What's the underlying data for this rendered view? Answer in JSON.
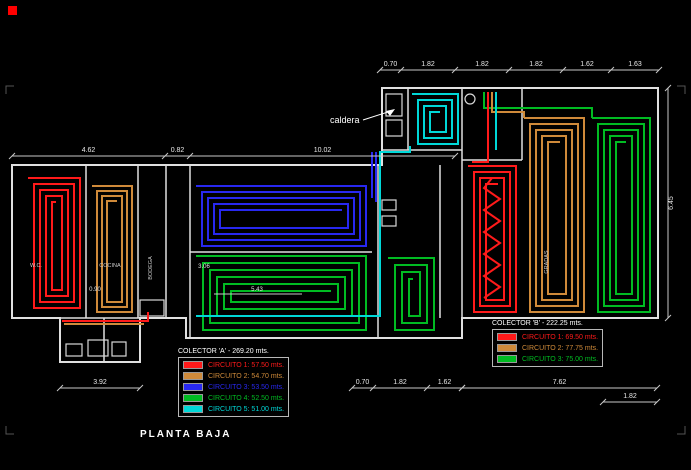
{
  "drawing": {
    "title": "PLANTA BAJA",
    "caldera_label": "caldera"
  },
  "colors": {
    "circuit_red": "#ff1a1a",
    "circuit_orange": "#cf8a3a",
    "circuit_blue": "#2828f0",
    "circuit_green": "#00bb22",
    "circuit_cyan": "#00d8d8",
    "wall": "#e0e0e0",
    "dimension": "#c8c8c8",
    "marker_red": "#ff0000"
  },
  "legend_a": {
    "title": "COLECTOR 'A' - 269.20 mts.",
    "rows": [
      {
        "label": "CIRCUITO 1:",
        "value": "57.50 mts.",
        "color": "circuit_red"
      },
      {
        "label": "CIRCUITO 2:",
        "value": "54.70 mts.",
        "color": "circuit_orange"
      },
      {
        "label": "CIRCUITO 3:",
        "value": "53.50 mts.",
        "color": "circuit_blue"
      },
      {
        "label": "CIRCUITO 4:",
        "value": "52.50 mts.",
        "color": "circuit_green"
      },
      {
        "label": "CIRCUITO 5:",
        "value": "51.00 mts.",
        "color": "circuit_cyan"
      }
    ]
  },
  "legend_b": {
    "title": "COLECTOR 'B' - 222.25 mts.",
    "rows": [
      {
        "label": "CIRCUITO 1:",
        "value": "69.50 mts.",
        "color": "circuit_red"
      },
      {
        "label": "CIRCUITO 2:",
        "value": "77.75 mts.",
        "color": "circuit_orange"
      },
      {
        "label": "CIRCUITO 3:",
        "value": "75.00 mts.",
        "color": "circuit_green"
      }
    ]
  },
  "dimensions": {
    "top": [
      "0.70",
      "1.82",
      "1.82",
      "1.82",
      "1.62",
      "1.63"
    ],
    "mid": [
      "4.62",
      "0.82",
      "10.02"
    ],
    "right": [
      "6.45"
    ],
    "bottom": [
      "3.92",
      "0.70",
      "1.82",
      "1.62",
      "7.62",
      "1.82"
    ],
    "inner": [
      "0.90",
      "3.06",
      "5.43"
    ]
  },
  "room_labels": [
    "W.C.",
    "COCINA",
    "BODEGA",
    "GRADAS"
  ]
}
